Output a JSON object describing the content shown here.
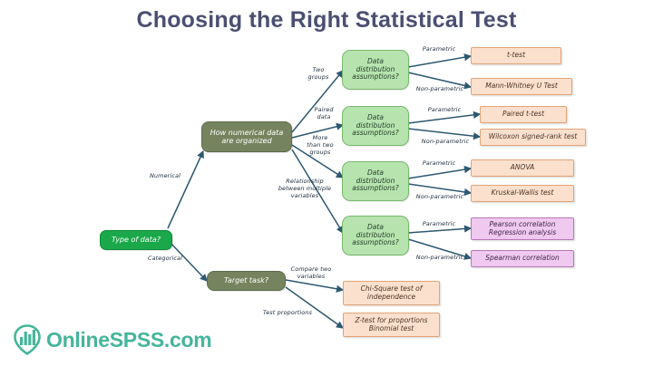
{
  "title": "Choosing the Right Statistical Test",
  "colors": {
    "title": "#4a4f72",
    "start_node": "#1aa84a",
    "decision_node": "#75845e",
    "assumption_node": "#b7e3af",
    "result_node": "#fbe0cd",
    "result_node_purple": "#efc9ef",
    "edge": "#2d5871",
    "logo": "#45b59b",
    "background": "#ffffff"
  },
  "nodes": {
    "start": "Type of data?",
    "numerical_decision": "How numerical data\nare organized",
    "target_task": "Target task?",
    "assumption_1": "Data\ndistribution\nassumptions?",
    "assumption_2": "Data\ndistribution\nassumptions?",
    "assumption_3": "Data\ndistribution\nassumptions?",
    "assumption_4": "Data\ndistribution\nassumptions?",
    "result_ttest": "t-test",
    "result_mannwhitney": "Mann-Whitney U Test",
    "result_paired_ttest": "Paired t-test",
    "result_wilcoxon": "Wilcoxon signed-rank test",
    "result_anova": "ANOVA",
    "result_kruskal": "Kruskal-Wallis test",
    "result_pearson": "Pearson correlation\nRegression analysis",
    "result_spearman": "Spearman correlation",
    "result_chisquare": "Chi-Square test of\nindependence",
    "result_ztest": "Z-test for proportions\nBinomial test"
  },
  "edge_labels": {
    "numerical": "Numerical",
    "categorical": "Categorical",
    "two_groups": "Two\ngroups",
    "paired_data": "Paired\ndata",
    "more_than_two_groups": "More\nthan two\ngroups",
    "relationship": "Relationship\nbetween multiple\nvariables",
    "parametric_1": "Parametric",
    "non_parametric_1": "Non-parametric",
    "parametric_2": "Parametric",
    "non_parametric_2": "Non-parametric",
    "parametric_3": "Parametric",
    "non_parametric_3": "Non-parametric",
    "parametric_4": "Parametric",
    "non_parametric_4": "Non-parametric",
    "compare_two_variables": "Compare two\nvariables",
    "test_proportions": "Test proportions"
  },
  "logo": {
    "text": "OnlineSPSS.com",
    "icon": "spss-pin-chart-icon"
  }
}
